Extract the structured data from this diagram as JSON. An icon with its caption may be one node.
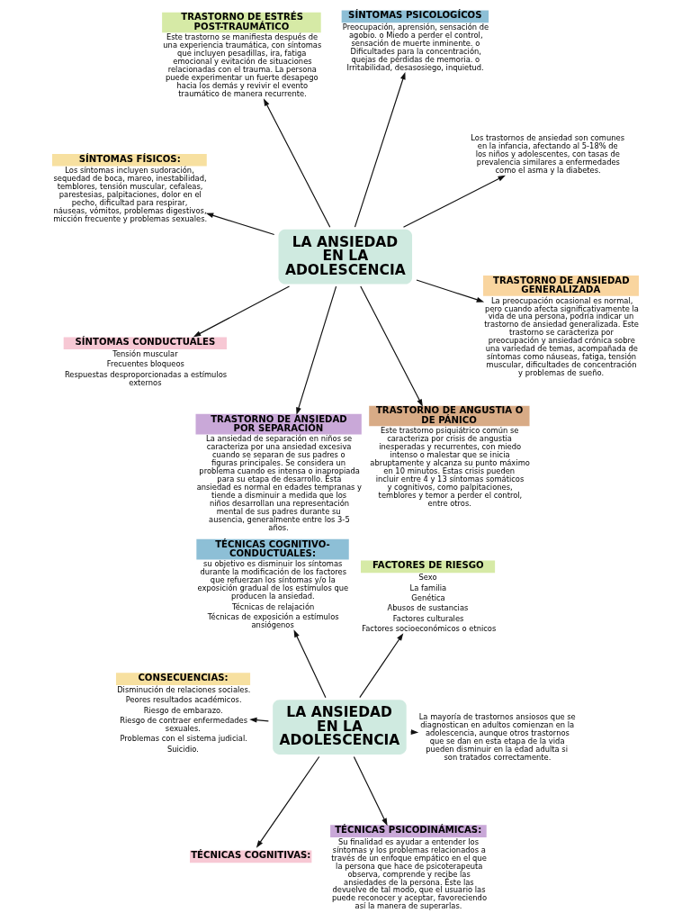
{
  "diagram": {
    "nodes": [
      {
        "text": [
          "SÍNTOMAS FÍSICOS:",
          "Los síntomas incluyen sudoración, sequedad de boca, mareo, inestabilidad, temblores, tensión muscular, cefaleas, parestesias, palpitaciones, dolor en el pecho, dificultad para respirar, náuseas, vómitos, problemas digestivos, micción frecuente y problemas sexuales."
        ]
      },
      {
        "text": [
          "Los trastornos de ansiedad son comunes en la infancia, afectando al 5-18% de los niños y adolescentes, con tasas de prevalencia similares a enfermedades como el asma y la diabetes."
        ]
      },
      {
        "text": [
          "TRASTORNO DE ANSIEDAD POR SEPARACIÓN",
          "La ansiedad de separación en niños se caracteriza por una ansiedad excesiva cuando se separan de sus padres o figuras principales. Se considera un problema cuando es intensa o inapropiada para su etapa de desarrollo. Esta ansiedad es normal en edades tempranas y tiende a disminuir a medida que los niños desarrollan una representación mental de sus padres durante su ausencia, generalmente entre los 3-5 años."
        ]
      },
      {
        "text": [
          "LA ANSIEDAD EN LA ADOLESCENCIA"
        ]
      },
      {
        "text": [
          "SÍNTOMAS PSICOLOGÍCOS",
          "Preocupación, aprensión, sensación de agobio. o Miedo a perder el control, sensación de muerte inminente. o Dificultades para la concentración, quejas de pérdidas de memoria. o Irritabilidad, desasosiego, inquietud."
        ]
      },
      {
        "text": [
          "TRASTORNO DE ESTRÉS POST-TRAUMÁTICO",
          "Este trastorno se manifiesta después de una experiencia traumática, con síntomas que incluyen pesadillas, ira, fatiga emocional y evitación de situaciones relacionadas con el trauma. La persona puede experimentar un fuerte desapego hacia los demás y revivir el evento traumático de manera recurrente."
        ]
      },
      {
        "text": [
          "SÍNTOMAS CONDUCTUALES",
          "Tensión muscular",
          "Frecuentes bloqueos",
          "Respuestas desproporcionadas a estímulos externos"
        ]
      },
      {
        "text": [
          "TRASTORNO DE ANSIEDAD GENERALIZADA",
          "La preocupación ocasional es normal, pero cuando afecta significativamente la vida de una persona, podría indicar un trastorno de ansiedad generalizada. Este trastorno se caracteriza por preocupación y ansiedad crónica sobre una variedad de temas, acompañada de síntomas como náuseas, fatiga, tensión muscular, dificultades de concentración y problemas de sueño."
        ]
      },
      {
        "text": [
          "TRASTORNO DE ANGUSTIA O DE PÁNICO",
          "Este trastorno psiquiátrico común se caracteriza por crisis de angustia inesperadas y recurrentes, con miedo intenso o malestar que se inicia abruptamente y alcanza su punto máximo en 10 minutos. Estas crisis pueden incluir entre 4 y 13 síntomas somáticos y cognitivos, como palpitaciones, temblores y temor a perder el control, entre otros."
        ]
      },
      {
        "text": [
          "CONSECUENCIAS:",
          "Disminución de relaciones sociales.",
          "Peores resultados académicos.",
          "Riesgo de embarazo.",
          "Riesgo de contraer enfermedades sexuales.",
          "Problemas con el sistema judicial.",
          "Suicidio."
        ]
      },
      {
        "text": [
          "La mayoría de trastornos ansiosos que se diagnostican en adultos comienzan en la adolescencia, aunque otros trastornos que se dan en esta etapa de la vida pueden disminuir en la edad adulta si son tratados correctamente."
        ]
      },
      {
        "text": [
          "TÉCNICAS PSICODINÁMICAS:",
          "Su finalidad es ayudar a entender los síntomas y los problemas relacionados a través de un enfoque empático en el que la persona que hace de psicoterapeuta observa, comprende y recibe las ansiedades de la persona. Éste las devuelve de tal modo, que el usuario las puede reconocer y aceptar, favoreciendo así la manera de superarlas."
        ]
      },
      {
        "text": [
          "TÉCNICAS COGNITIVO-CONDUCTUALES:",
          "su objetivo es disminuir los síntomas durante la modificación de los factores que refuerzan los síntomas y/o la exposición gradual de los estímulos que producen la ansiedad.",
          "Técnicas de relajación",
          "Técnicas de exposición a estímulos ansiógenos"
        ]
      },
      {
        "text": [
          "LA ANSIEDAD EN LA ADOLESCENCIA"
        ]
      },
      {
        "text": [
          "FACTORES DE RIESGO",
          "Sexo",
          "La familia",
          "Genética",
          "Abusos de sustancias",
          "Factores culturales",
          "Factores socioeconómicos o etnicos"
        ]
      },
      {
        "text": [
          "TÉCNICAS COGNITIVAS:"
        ]
      }
    ],
    "edges": [
      {
        "from": 3,
        "to": 0,
        "arrow": "to"
      },
      {
        "from": 3,
        "to": 1,
        "arrow": "to"
      },
      {
        "from": 3,
        "to": 2,
        "arrow": "to"
      },
      {
        "from": 3,
        "to": 4,
        "arrow": "to"
      },
      {
        "from": 3,
        "to": 5,
        "arrow": "to"
      },
      {
        "from": 3,
        "to": 6,
        "arrow": "to"
      },
      {
        "from": 3,
        "to": 7,
        "arrow": "to"
      },
      {
        "from": 3,
        "to": 8,
        "arrow": "to"
      },
      {
        "from": 13,
        "to": 9,
        "arrow": "to"
      },
      {
        "from": 13,
        "to": 10,
        "arrow": "to"
      },
      {
        "from": 13,
        "to": 11,
        "arrow": "to"
      },
      {
        "from": 13,
        "to": 12,
        "arrow": "to"
      },
      {
        "from": 13,
        "to": 14,
        "arrow": "to"
      },
      {
        "from": 13,
        "to": 15,
        "arrow": "to"
      }
    ]
  }
}
